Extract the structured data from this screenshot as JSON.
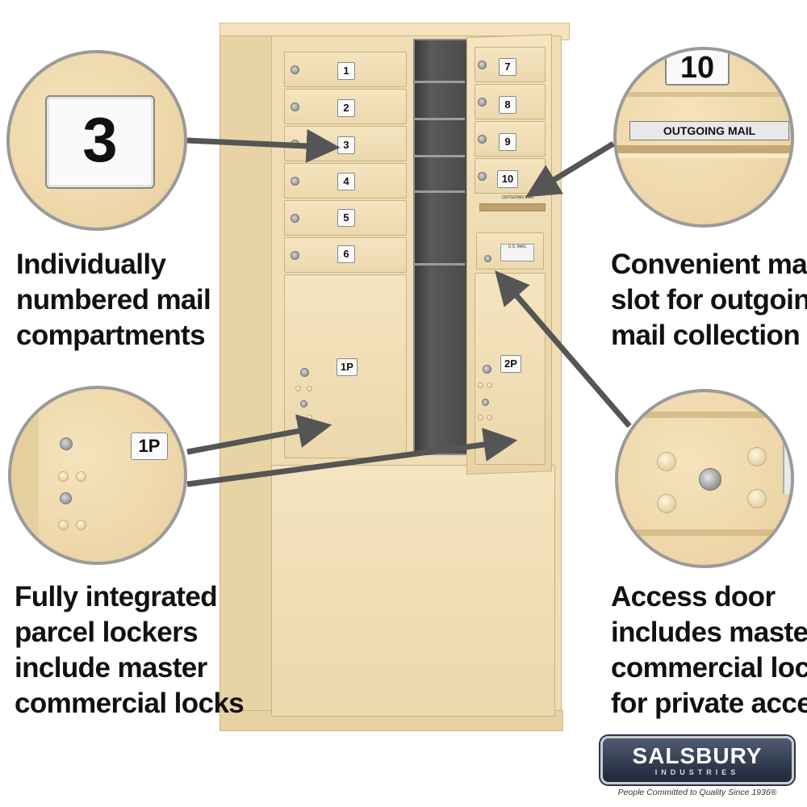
{
  "callouts": {
    "left_top": [
      "Individually",
      "numbered mail",
      "compartments"
    ],
    "left_bottom": [
      "Fully integrated",
      "parcel lockers",
      "include master",
      "commercial locks"
    ],
    "right_top": [
      "Convenient mail",
      "slot for outgoing",
      "mail collection"
    ],
    "right_bottom": [
      "Access door",
      "includes master",
      "commercial lock",
      "for private access"
    ]
  },
  "zoom": {
    "compartment_number": "3",
    "parcel_number": "1P",
    "slot_number": "10",
    "slot_label": "OUTGOING MAIL"
  },
  "mailbox": {
    "left_column": [
      "1",
      "2",
      "3",
      "4",
      "5",
      "6"
    ],
    "right_column": [
      "7",
      "8",
      "9",
      "10"
    ],
    "parcel_left": "1P",
    "parcel_right": "2P",
    "slot_label_small": "OUTGOING MAIL",
    "usmail_label": "U.S. MAIL"
  },
  "colors": {
    "finish": "#efdcb2",
    "arrow": "#555555",
    "logo": "#2a3244"
  },
  "logo": {
    "word": "SALSBURY",
    "sub": "INDUSTRIES",
    "tagline": "People Committed to Quality Since 1936®"
  }
}
